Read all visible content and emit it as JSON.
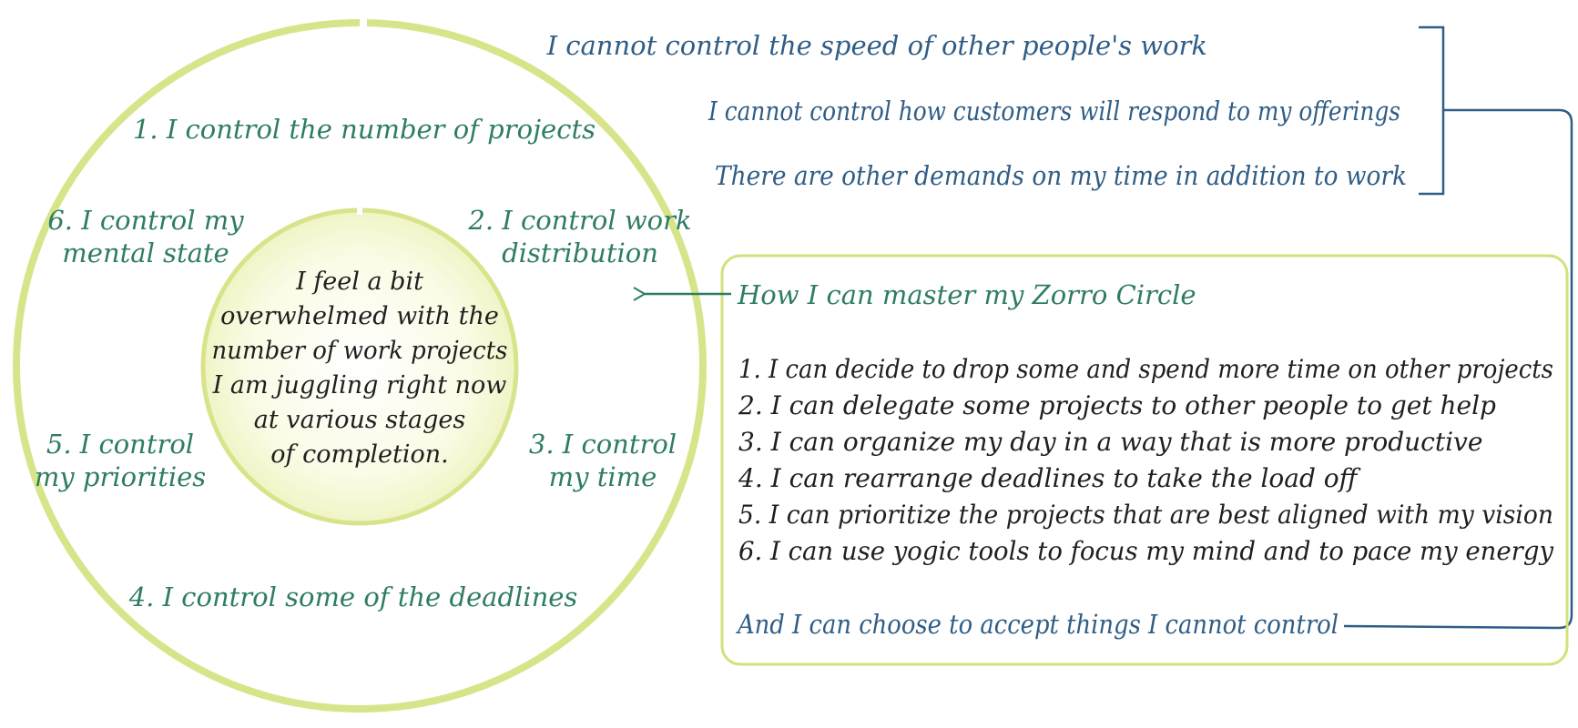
{
  "colors": {
    "circle_stroke": "#d8e48a",
    "inner_fill": "#fbfbe8",
    "inner_fill_edge": "#f0f3c2",
    "green_text": "#2e7d62",
    "blue_text": "#2f5d86",
    "dark_text": "#1f1f1f",
    "box_stroke": "#d4e07a",
    "connector": "#2f5d86",
    "arrow": "#2e7d62"
  },
  "center": {
    "lines": [
      "I feel a bit",
      "overwhelmed with the",
      "number of work projects",
      "I am juggling right now",
      "at various stages",
      "of completion."
    ]
  },
  "controls": {
    "c1": "1. I control the number of projects",
    "c2": [
      "2. I control work",
      "distribution"
    ],
    "c3": [
      "3. I control",
      "my time"
    ],
    "c4": "4. I control some of the deadlines",
    "c5": [
      "5. I control",
      "my priorities"
    ],
    "c6": [
      "6. I control my",
      "mental state"
    ]
  },
  "cannot": [
    "I cannot control the speed of other people's work",
    "I cannot control how customers will respond to my offerings",
    "There are other demands on my time in addition to work"
  ],
  "mastery": {
    "title": "How I can master my Zorro Circle",
    "items": [
      "1. I can decide to drop some and spend more time on other projects",
      "2. I can delegate some projects to other people to get help",
      "3. I can organize my day in a way that is more productive",
      "4. I can rearrange deadlines to take the load off",
      "5. I can prioritize the projects that are best aligned with my vision",
      "6. I can use yogic tools to focus my mind and to pace my energy"
    ],
    "accept": "And I can choose to accept things I cannot control"
  }
}
